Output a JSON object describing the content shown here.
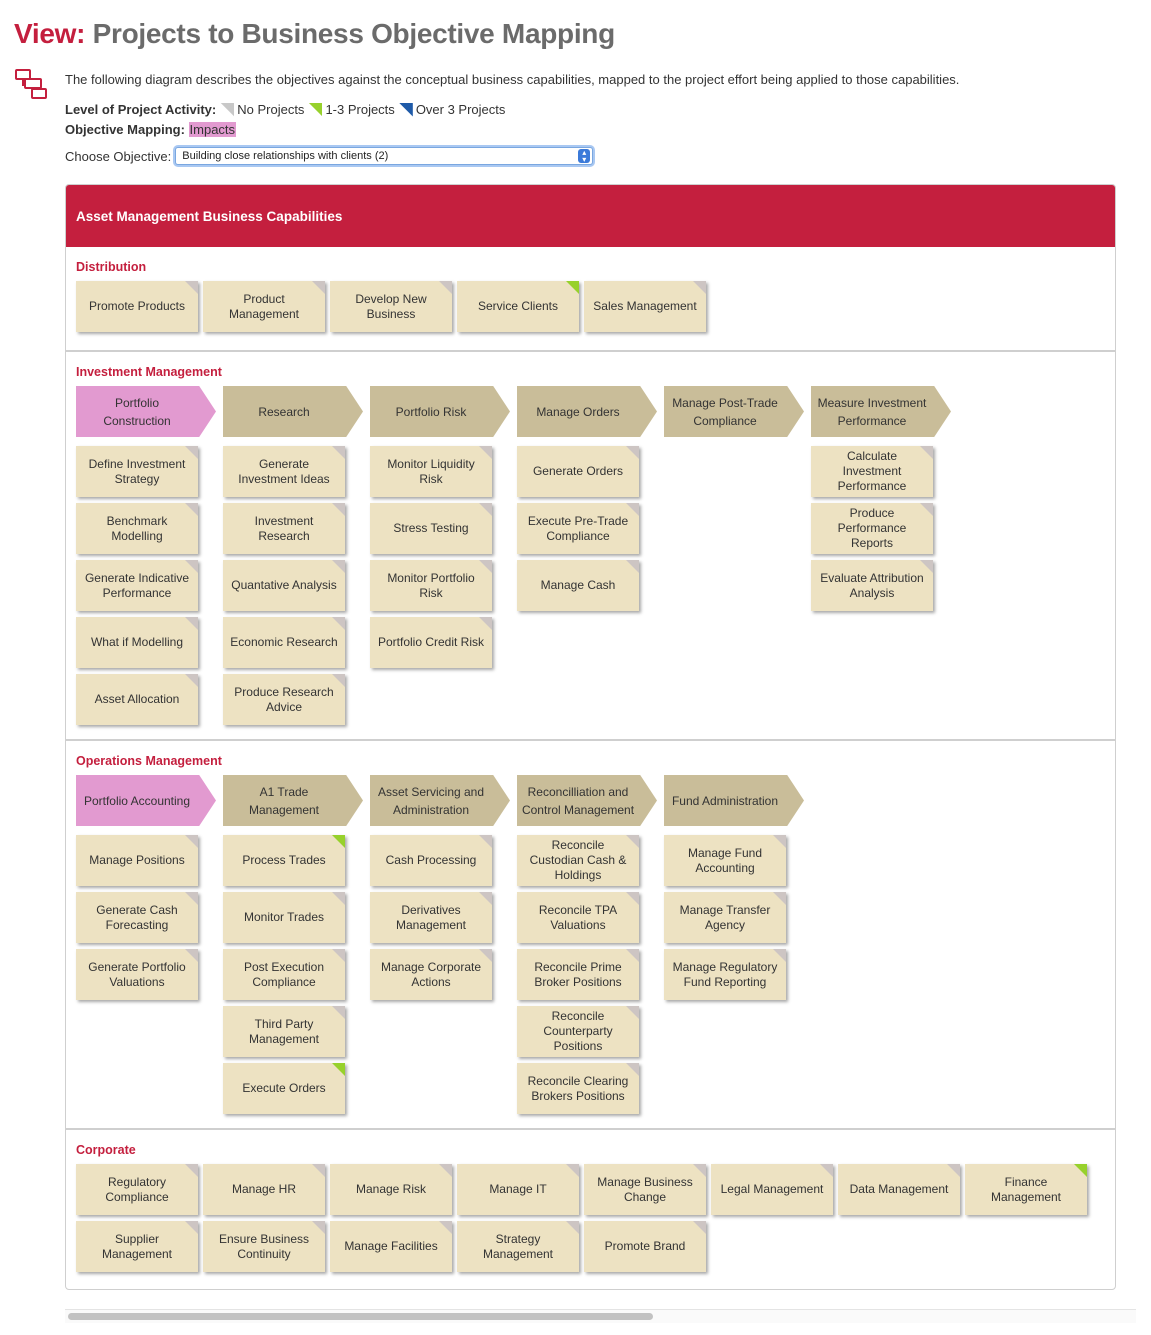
{
  "header": {
    "view_label": "View:",
    "title": "Projects to Business Objective Mapping"
  },
  "description": "The following diagram describes the objectives against the conceptual business capabilities, mapped to the project effort being applied to those capabilities.",
  "legend": {
    "activity_label": "Level of Project Activity:",
    "items": [
      "No Projects",
      "1-3 Projects",
      "Over 3 Projects"
    ],
    "colors": {
      "none": "#c8c8c8",
      "low": "#97d12c",
      "high": "#1e5aa8"
    },
    "mapping_label": "Objective Mapping:",
    "mapping_value": "Impacts",
    "impacts_color": "#e29ad0"
  },
  "objective": {
    "label": "Choose Objective:",
    "selected": "Building close relationships with clients (2)"
  },
  "panel_title": "Asset Management Business Capabilities",
  "brand_color": "#c41f3e",
  "domains": [
    {
      "title": "Distribution",
      "capabilities": [
        "Promote Products",
        "Product Management",
        "Develop New Business",
        "Service Clients",
        "Sales Management"
      ],
      "activity": [
        "none",
        "none",
        "none",
        "low",
        "none"
      ]
    },
    {
      "title": "Investment Management",
      "groups": [
        {
          "title": "Portfolio Construction",
          "impacts": true,
          "items": [
            "Define Investment Strategy",
            "Benchmark Modelling",
            "Generate Indicative Performance",
            "What if Modelling",
            "Asset Allocation"
          ]
        },
        {
          "title": "Research",
          "impacts": false,
          "items": [
            "Generate Investment Ideas",
            "Investment Research",
            "Quantative Analysis",
            "Economic Research",
            "Produce Research Advice"
          ]
        },
        {
          "title": "Portfolio Risk",
          "impacts": false,
          "items": [
            "Monitor Liquidity Risk",
            "Stress Testing",
            "Monitor Portfolio Risk",
            "Portfolio Credit Risk"
          ]
        },
        {
          "title": "Manage Orders",
          "impacts": false,
          "items": [
            "Generate Orders",
            "Execute Pre-Trade Compliance",
            "Manage Cash"
          ]
        },
        {
          "title": "Manage Post-Trade Compliance",
          "impacts": false,
          "items": []
        },
        {
          "title": "Measure Investment Performance",
          "impacts": false,
          "items": [
            "Calculate Investment Performance",
            "Produce Performance Reports",
            "Evaluate Attribution Analysis"
          ]
        }
      ]
    },
    {
      "title": "Operations Management",
      "groups": [
        {
          "title": "Portfolio Accounting",
          "impacts": true,
          "items": [
            "Manage Positions",
            "Generate Cash Forecasting",
            "Generate Portfolio Valuations"
          ],
          "activity": [
            "none",
            "none",
            "none"
          ]
        },
        {
          "title": "A1 Trade Management",
          "impacts": false,
          "items": [
            "Process Trades",
            "Monitor Trades",
            "Post Execution Compliance",
            "Third Party Management",
            "Execute Orders"
          ],
          "activity": [
            "low",
            "none",
            "none",
            "none",
            "low"
          ]
        },
        {
          "title": "Asset Servicing and Administration",
          "impacts": false,
          "items": [
            "Cash Processing",
            "Derivatives Management",
            "Manage Corporate Actions"
          ],
          "activity": [
            "none",
            "none",
            "none"
          ]
        },
        {
          "title": "Reconcilliation and Control Management",
          "impacts": false,
          "items": [
            "Reconcile Custodian Cash & Holdings",
            "Reconcile TPA Valuations",
            "Reconcile Prime Broker Positions",
            "Reconcile Counterparty Positions",
            "Reconcile Clearing Brokers Positions"
          ],
          "activity": [
            "none",
            "none",
            "none",
            "none",
            "none"
          ]
        },
        {
          "title": "Fund Administration",
          "impacts": false,
          "items": [
            "Manage Fund Accounting",
            "Manage Transfer Agency",
            "Manage Regulatory Fund Reporting"
          ],
          "activity": [
            "none",
            "none",
            "none"
          ]
        }
      ]
    },
    {
      "title": "Corporate",
      "capabilities": [
        "Regulatory Compliance",
        "Manage HR",
        "Manage Risk",
        "Manage IT",
        "Manage Business Change",
        "Legal Management",
        "Data Management",
        "Finance Management",
        "Supplier Management",
        "Ensure Business Continuity",
        "Manage Facilities",
        "Strategy Management",
        "Promote Brand"
      ],
      "activity": [
        "none",
        "none",
        "none",
        "none",
        "none",
        "none",
        "none",
        "low",
        "none",
        "none",
        "none",
        "none",
        "none"
      ]
    }
  ]
}
